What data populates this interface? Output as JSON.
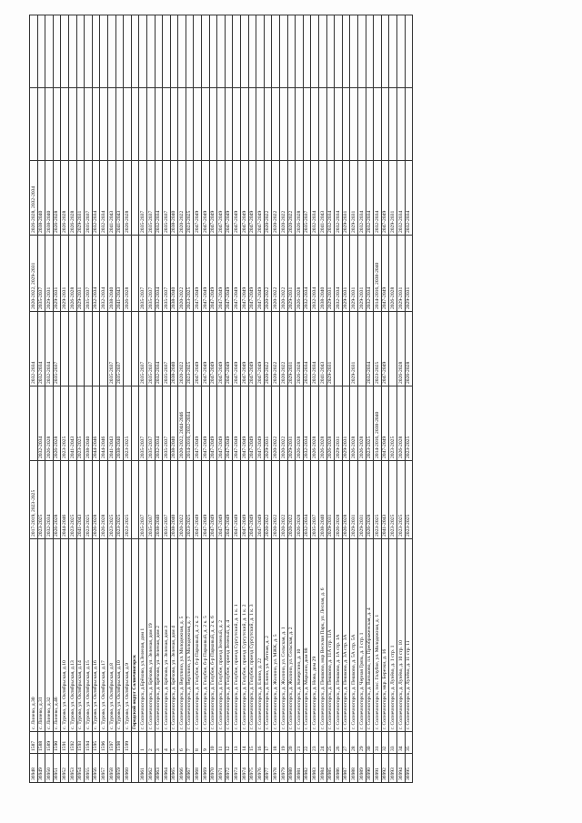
{
  "rows": [
    {
      "id": "36948",
      "no": "1587",
      "addr": "с. Линево, д.30",
      "p1": "2017-2019, 2023-2025",
      "p2": "",
      "p3": "2032-2034",
      "p4": "2020-2022, 2029-2031",
      "p5": "2026-2028, 2032-2034"
    },
    {
      "id": "36949",
      "no": "1588",
      "addr": "с. Линево, д.31",
      "p1": "2023-2025",
      "p2": "2032-2034",
      "p3": "2032-2034",
      "p4": "2035-2037",
      "p5": "2038-2040"
    },
    {
      "id": "36950",
      "no": "1589",
      "addr": "с. Линево, д.32",
      "p1": "2032-2034",
      "p2": "2026-2028",
      "p3": "2032-2034",
      "p4": "2029-2031",
      "p5": "2038-2040"
    },
    {
      "id": "36951",
      "no": "1590",
      "addr": "с. Линево, д.46",
      "p1": "2026-2028",
      "p2": "2026-2028",
      "p3": "2035-2037",
      "p4": "2029-2031",
      "p5": "2026-2028"
    },
    {
      "id": "36952",
      "no": "1591",
      "addr": "с. Турово, ул. Октябрьская, д.10",
      "p1": "2044-2046",
      "p2": "2023-2025",
      "p3": "",
      "p4": "2029-2031",
      "p5": "2026-2028"
    },
    {
      "id": "36953",
      "no": "1592",
      "addr": "с. Турово, ул. Октябрьская, д.13",
      "p1": "2023-2025",
      "p2": "2041-2043",
      "p3": "",
      "p4": "2026-2028",
      "p5": "2026-2028"
    },
    {
      "id": "36954",
      "no": "1593",
      "addr": "с. Турово, ул. Октябрьская, д.14",
      "p1": "2041-2043",
      "p2": "2023-2025",
      "p3": "",
      "p4": "2029-2031",
      "p5": "2029-2031"
    },
    {
      "id": "36955",
      "no": "1594",
      "addr": "с. Турово, ул. Октябрьская, д.15",
      "p1": "2023-2025",
      "p2": "2038-2040",
      "p3": "",
      "p4": "2035-2037",
      "p5": "2035-2037"
    },
    {
      "id": "36956",
      "no": "1595",
      "addr": "с. Турово, ул. Октябрьская, д.16",
      "p1": "2026-2028",
      "p2": "2044-2046",
      "p3": "",
      "p4": "2032-2034",
      "p5": "2032-2034"
    },
    {
      "id": "36957",
      "no": "1596",
      "addr": "с. Турово, ул. Октябрьская, д.17",
      "p1": "2026-2028",
      "p2": "2044-2046",
      "p3": "",
      "p4": "2032-2034",
      "p5": "2032-2034"
    },
    {
      "id": "36958",
      "no": "1597",
      "addr": "с. Турово, ул. Октябрьская, д.8",
      "p1": "2023-2025",
      "p2": "2041-2043",
      "p3": "2035-2037",
      "p4": "2038-2040",
      "p5": "2041-2043"
    },
    {
      "id": "36959",
      "no": "1598",
      "addr": "с. Турово, ул. Октябрьская, д.10",
      "p1": "2023-2025",
      "p2": "2038-2040",
      "p3": "2035-2037",
      "p4": "2041-2043",
      "p5": "2041-2043"
    },
    {
      "id": "36960",
      "no": "1599",
      "addr": "с. Турово, ул. Октябрьская, д.9",
      "p1": "2023-2025",
      "p2": "2023-2025",
      "p3": "",
      "p4": "2026-2028",
      "p5": "2026-2028"
    },
    {
      "section": "Городской округ Солнечногорск"
    },
    {
      "id": "36961",
      "no": "1",
      "addr": "г. Солнечногорск, д.Брёхово, ул.Зеленая, дом 1",
      "p1": "2035-2037",
      "p2": "2035-2037",
      "p3": "2035-2037",
      "p4": "2035-2037",
      "p5": "2035-2037"
    },
    {
      "id": "36962",
      "no": "2",
      "addr": "г. Солнечногорск, д. Брёхово, ул. Зеленая, дом 19",
      "p1": "2035-2037",
      "p2": "2035-2037",
      "p3": "2035-2037",
      "p4": "2035-2037",
      "p5": "2035-2037"
    },
    {
      "id": "36963",
      "no": "3",
      "addr": "г. Солнечногорск, д. Брёхово, ул. Зеленая, дом 2",
      "p1": "2038-2040",
      "p2": "2032-2034",
      "p3": "2032-2034",
      "p4": "2032-2034",
      "p5": "2032-2034"
    },
    {
      "id": "36964",
      "no": "4",
      "addr": "г. Солнечногорск, д. Брёхово, ул. Зеленая, дом 3",
      "p1": "2035-2037",
      "p2": "2035-2037",
      "p3": "2035-2037",
      "p4": "2035-2037",
      "p5": "2035-2037"
    },
    {
      "id": "36965",
      "no": "5",
      "addr": "г. Солнечногорск, д. Брёхово, ул. Зеленая, дом 4",
      "p1": "2038-2040",
      "p2": "2038-2040",
      "p3": "2038-2040",
      "p4": "2038-2040",
      "p5": "2038-2040"
    },
    {
      "id": "36966",
      "no": "6",
      "addr": "г. Солнечногорск, д. Вертлино, ул. Молодежная, д. 5",
      "p1": "2020-2022",
      "p2": "2020-2022, 2044-2046",
      "p3": "2020-2022",
      "p4": "2020-2022",
      "p5": "2020-2022"
    },
    {
      "id": "36967",
      "no": "7",
      "addr": "г. Солнечногорск, д. Вертлино, ул. Молодежная, д. 7",
      "p1": "2023-2025",
      "p2": "2014-2016, 2032-2034",
      "p3": "2023-2025",
      "p4": "2023-2025",
      "p5": "2023-2025"
    },
    {
      "id": "36968",
      "no": "8",
      "addr": "г. Солнечногорск, д. Голубое, б-р Парковый, д. 2 к. 2",
      "p1": "2047-2049",
      "p2": "2047-2049",
      "p3": "2047-2049",
      "p4": "2047-2049",
      "p5": "2047-2049"
    },
    {
      "id": "36969",
      "no": "9",
      "addr": "г. Солнечногорск, д. Голубое, б-р Парковый, д. 2 к. 5",
      "p1": "2047-2049",
      "p2": "2047-2049",
      "p3": "2047-2049",
      "p4": "2047-2049",
      "p5": "2047-2049"
    },
    {
      "id": "36970",
      "no": "10",
      "addr": "г. Солнечногорск, д. Голубое, б-р Парковый, д. 2 к. 6",
      "p1": "2047-2049",
      "p2": "2047-2049",
      "p3": "2047-2049",
      "p4": "2047-2049",
      "p5": "2047-2049"
    },
    {
      "id": "36971",
      "no": "11",
      "addr": "г. Солнечногорск, д. Голубое, проезд Зеленый, д. 2",
      "p1": "2047-2049",
      "p2": "2047-2049",
      "p3": "2047-2049",
      "p4": "2047-2049",
      "p5": "2047-2049"
    },
    {
      "id": "36972",
      "no": "12",
      "addr": "г. Солнечногорск, д. Голубое, проезд Зеленый, д. 4",
      "p1": "2047-2049",
      "p2": "2047-2049",
      "p3": "2047-2049",
      "p4": "2047-2049",
      "p5": "2047-2049"
    },
    {
      "id": "36973",
      "no": "13",
      "addr": "г. Солнечногорск, д. Голубое, проезд Сургутский, д. 1 к. 1",
      "p1": "2047-2049",
      "p2": "2047-2049",
      "p3": "2047-2049",
      "p4": "2047-2049",
      "p5": "2047-2049"
    },
    {
      "id": "36974",
      "no": "14",
      "addr": "г. Солнечногорск, д. Голубое, проезд Сургутский, д. 1 к. 2",
      "p1": "2047-2049",
      "p2": "2047-2049",
      "p3": "2047-2049",
      "p4": "2047-2049",
      "p5": "2047-2049"
    },
    {
      "id": "36975",
      "no": "15",
      "addr": "г. Солнечногорск, д. Голубое, проезд Сургутский, д. 1 к. 3",
      "p1": "2047-2049",
      "p2": "2047-2049",
      "p3": "2047-2049",
      "p4": "2047-2049",
      "p5": "2047-2049"
    },
    {
      "id": "36976",
      "no": "16",
      "addr": "г. Солнечногорск, д. Елино, д. 22",
      "p1": "2047-2049",
      "p2": "2047-2049",
      "p3": "2047-2049",
      "p4": "2047-2049",
      "p5": "2047-2049"
    },
    {
      "id": "36977",
      "no": "17",
      "addr": "г. Солнечногорск, д. Елино, ул. Летная, д. 2",
      "p1": "2020-2022",
      "p2": "2029-2031",
      "p3": "2020-2022",
      "p4": "2020-2022",
      "p5": "2020-2022"
    },
    {
      "id": "36978",
      "no": "18",
      "addr": "г. Солнечногорск, д. Жилино, ул. МЖК, д. 5",
      "p1": "2020-2022",
      "p2": "2020-2022",
      "p3": "2020-2022",
      "p4": "2020-2022",
      "p5": "2020-2022"
    },
    {
      "id": "36979",
      "no": "19",
      "addr": "г. Солнечногорск, д. Жилино, ул. Сельская, д. 1",
      "p1": "2020-2022",
      "p2": "2020-2022",
      "p3": "2020-2022",
      "p4": "2020-2022",
      "p5": "2020-2022"
    },
    {
      "id": "36980",
      "no": "20",
      "addr": "г. Солнечногорск, д. Жилино, ул. Сельская, д. 2",
      "p1": "2020-2022",
      "p2": "2029-2031",
      "p3": "2029-2031",
      "p4": "2029-2031",
      "p5": "2020-2022"
    },
    {
      "id": "36981",
      "no": "21",
      "addr": "г. Солнечногорск, д. Кочергино, д. 10",
      "p1": "2026-2028",
      "p2": "2026-2028",
      "p3": "2026-2028",
      "p4": "2026-2028",
      "p5": "2026-2028"
    },
    {
      "id": "36982",
      "no": "22",
      "addr": "г. Солнечногорск, д. Марьино, дом 88",
      "p1": "2032-2034",
      "p2": "2032-2034",
      "p3": "2032-2034",
      "p4": "2032-2034",
      "p5": "2035-2037"
    },
    {
      "id": "36983",
      "no": "23",
      "addr": "г. Солнечногорск, д. Ново, дом 29",
      "p1": "2035-2037",
      "p2": "2026-2028",
      "p3": "2032-2034",
      "p4": "2032-2034",
      "p5": "2032-2034"
    },
    {
      "id": "36984",
      "no": "24",
      "addr": "г. Солнечногорск, д. Пешково, мкр Веселая Парк, ул. Лесная, д. 6",
      "p1": "2038-2040",
      "p2": "2026-2028",
      "p3": "2041-2043",
      "p4": "2038-2040",
      "p5": "2041-2043"
    },
    {
      "id": "36985",
      "no": "25",
      "addr": "г. Солнечногорск, д. Пешково, д. 11А стр. 11А",
      "p1": "2029-2031",
      "p2": "2026-2028",
      "p3": "2029-2031",
      "p4": "2029-2031",
      "p5": "2032-2034"
    },
    {
      "id": "36986",
      "no": "26",
      "addr": "г. Солнечногорск, д. Пешково, д. 1А стр. 1А",
      "p1": "2026-2028",
      "p2": "2029-2031",
      "p3": "",
      "p4": "2032-2034",
      "p5": "2032-2034"
    },
    {
      "id": "36987",
      "no": "27",
      "addr": "г. Солнечногорск, д. Пешково, д. 3А стр. 3А",
      "p1": "2026-2028",
      "p2": "2029-2031",
      "p3": "",
      "p4": "2029-2031",
      "p5": "2029-2031"
    },
    {
      "id": "36988",
      "no": "28",
      "addr": "г. Солнечногорск, д. Пешково, д. 5А стр. 5А",
      "p1": "2029-2031",
      "p2": "2026-2028",
      "p3": "2029-2031",
      "p4": "2029-2031",
      "p5": "2029-2031"
    },
    {
      "id": "36989",
      "no": "29",
      "addr": "г. Солнечногорск, д. Черная Грязь, д. 1 стр. 1",
      "p1": "2029-2031",
      "p2": "2026-2028",
      "p3": "",
      "p4": "2029-2031",
      "p5": "2032-2034"
    },
    {
      "id": "36990",
      "no": "30",
      "addr": "г. Солнечногорск, д. Ваньково, пл. Преображенская, д. 4",
      "p1": "2026-2028",
      "p2": "2023-2025",
      "p3": "2032-2034",
      "p4": "2032-2034",
      "p5": "2032-2034"
    },
    {
      "id": "36991",
      "no": "31",
      "addr": "г. Солнечногорск, пос. Голубое, ул. Молодежная, д. 1",
      "p1": "2023-2025",
      "p2": "2014-2016, 2038-2040",
      "p3": "2023-2025",
      "p4": "2014-2016, 2038-2040",
      "p5": "2032-2034"
    },
    {
      "id": "36992",
      "no": "32",
      "addr": "г. Солнечногорск, мкр. Березки, д. 16",
      "p1": "2041-2043",
      "p2": "2047-2049",
      "p3": "2047-2049",
      "p4": "2047-2049",
      "p5": "2047-2049"
    },
    {
      "id": "36993",
      "no": "33",
      "addr": "г. Солнечногорск, д. Лунёво, д. 1 стр. 1",
      "p1": "2023-2025",
      "p2": "2023-2025",
      "p3": "",
      "p4": "2026-2028",
      "p5": "2029-2031"
    },
    {
      "id": "36994",
      "no": "34",
      "addr": "г. Солнечногорск, д. Лунёво, д. 10 стр. 10",
      "p1": "2023-2025",
      "p2": "2026-2028",
      "p3": "2026-2028",
      "p4": "2029-2031",
      "p5": "2032-2034"
    },
    {
      "id": "36995",
      "no": "35",
      "addr": "г. Солнечногорск, д. Лунёво, д. 11 стр. 11",
      "p1": "2023-2025",
      "p2": "2023-2025",
      "p3": "2026-2028",
      "p4": "2029-2031",
      "p5": "2032-2034"
    }
  ]
}
